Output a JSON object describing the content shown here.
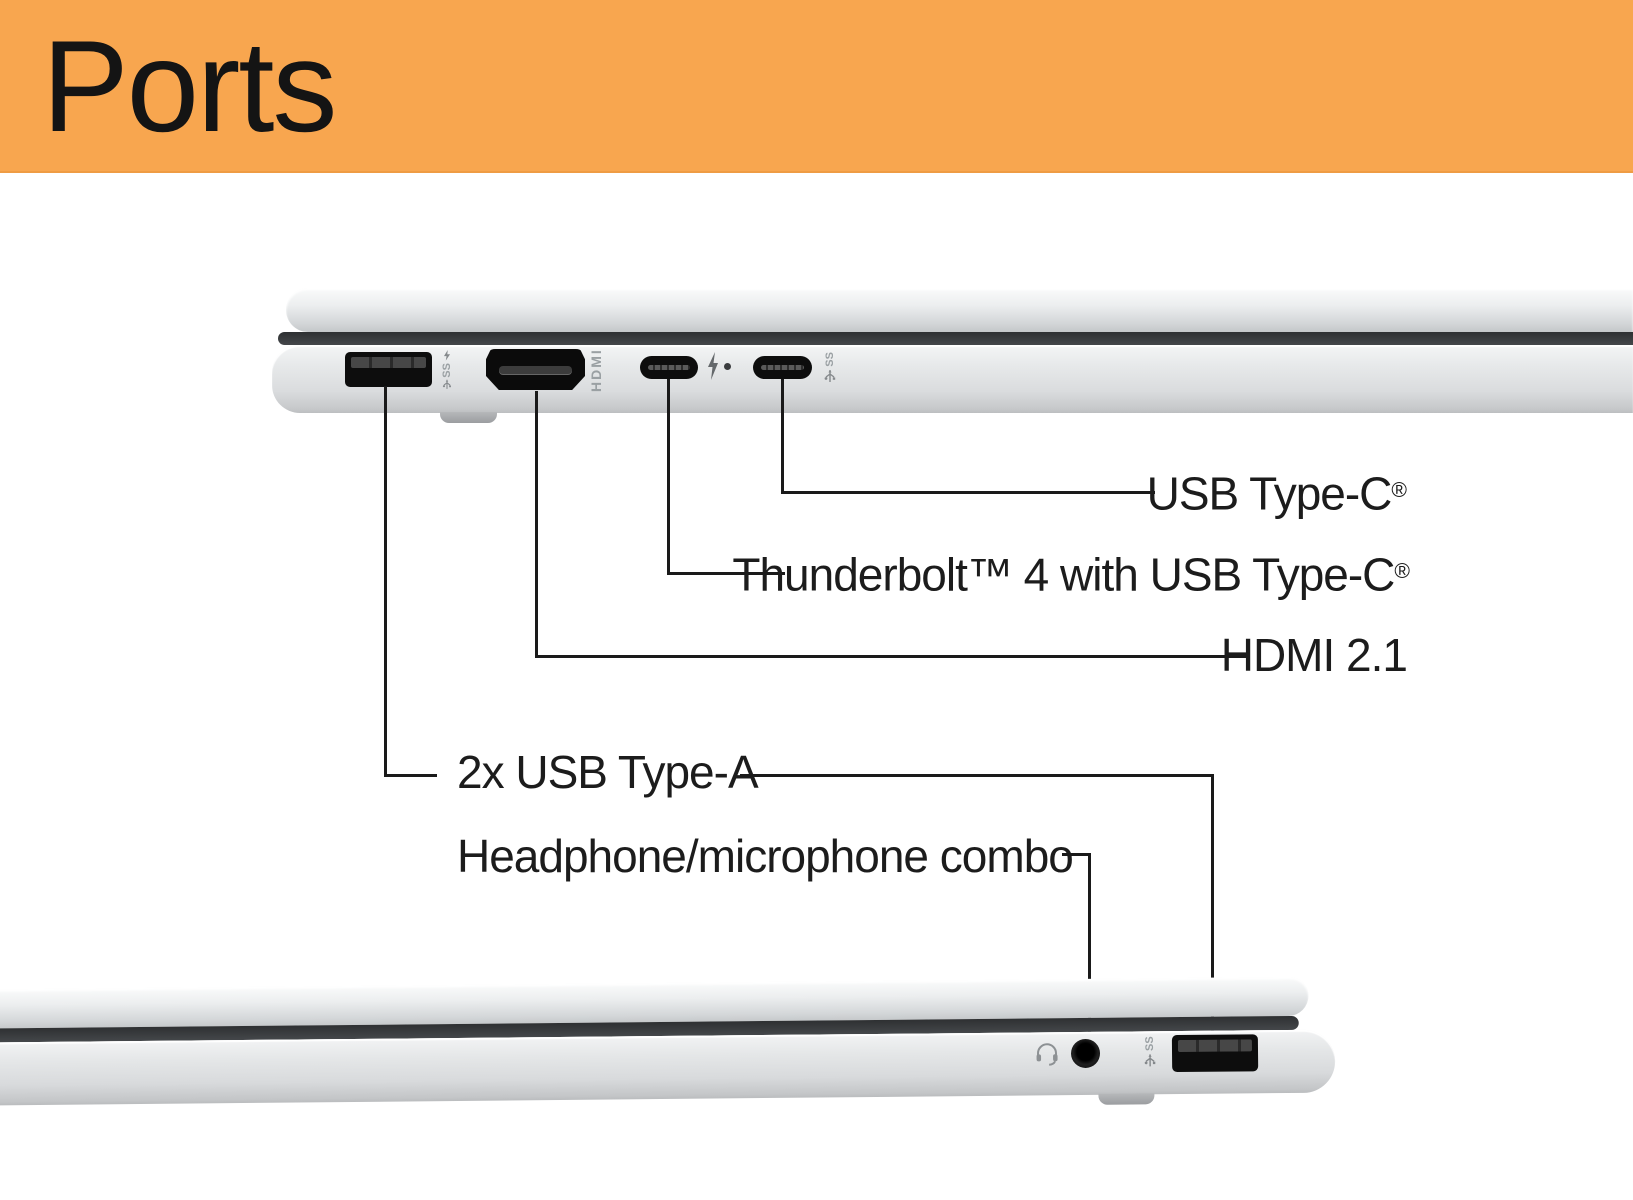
{
  "header": {
    "title": "Ports"
  },
  "colors": {
    "header_bg": "#F8A64F",
    "header_text": "#141414",
    "callout_line": "#1a1a1a",
    "label_text": "#1c1c1c",
    "port_black": "#0d0d0d",
    "laptop_silver": "#dcdee0",
    "engraving_gray": "#9aa0a3"
  },
  "top_laptop": {
    "description": "left side view",
    "hdmi_engraving": "HDMI",
    "superspeed_mark": "SS",
    "ports": [
      {
        "label": "USB Type-A",
        "icon": "usb-superspeed-lightning"
      },
      {
        "label": "HDMI",
        "icon": "hdmi-engraving"
      },
      {
        "label": "Thunderbolt 4 USB Type-C",
        "icon": "thunderbolt-bolt"
      },
      {
        "label": "USB Type-C",
        "icon": "usb-superspeed"
      }
    ]
  },
  "bottom_laptop": {
    "description": "right side view",
    "superspeed_mark": "SS",
    "ports": [
      {
        "label": "Headphone/microphone combo",
        "icon": "headset"
      },
      {
        "label": "USB Type-A",
        "icon": "usb-superspeed"
      }
    ]
  },
  "callouts": {
    "usb_c": {
      "segments": [
        {
          "t": "USB Type-C"
        },
        {
          "t": "®",
          "sup": true
        }
      ]
    },
    "thunderbolt": {
      "segments": [
        {
          "t": "Thunderbolt™ 4 with USB Type-C"
        },
        {
          "t": "®",
          "sup": true
        }
      ]
    },
    "hdmi": {
      "segments": [
        {
          "t": "HDMI 2.1"
        }
      ]
    },
    "usb_a": {
      "segments": [
        {
          "t": "2x USB Type-A"
        }
      ]
    },
    "headphone": {
      "segments": [
        {
          "t": "Headphone/microphone combo"
        }
      ]
    }
  }
}
